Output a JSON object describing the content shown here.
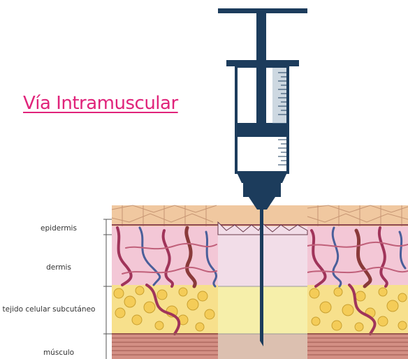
{
  "title": "Vía Intramuscular",
  "layers": [
    {
      "id": "epidermis",
      "label": "epidermis"
    },
    {
      "id": "dermis",
      "label": "dermis"
    },
    {
      "id": "subcutaneo",
      "label": "tejido celular subcutáneo"
    },
    {
      "id": "musculo",
      "label": "músculo"
    }
  ],
  "colors": {
    "title": "#e0237a",
    "syringe": "#1c3c5c",
    "syringe_light": "#6f8ea8",
    "epidermis_band": "#f0c8a0",
    "dermis_band": "#f3c7d6",
    "fat_band": "#f7e08c",
    "muscle_band": "#d38f84",
    "window_dermis": "#f2dde8",
    "window_fat": "#f6efaa",
    "window_muscle": "#dcc0b0",
    "vessel": "#a0345a",
    "vessel_blue": "#4a5f9a"
  }
}
